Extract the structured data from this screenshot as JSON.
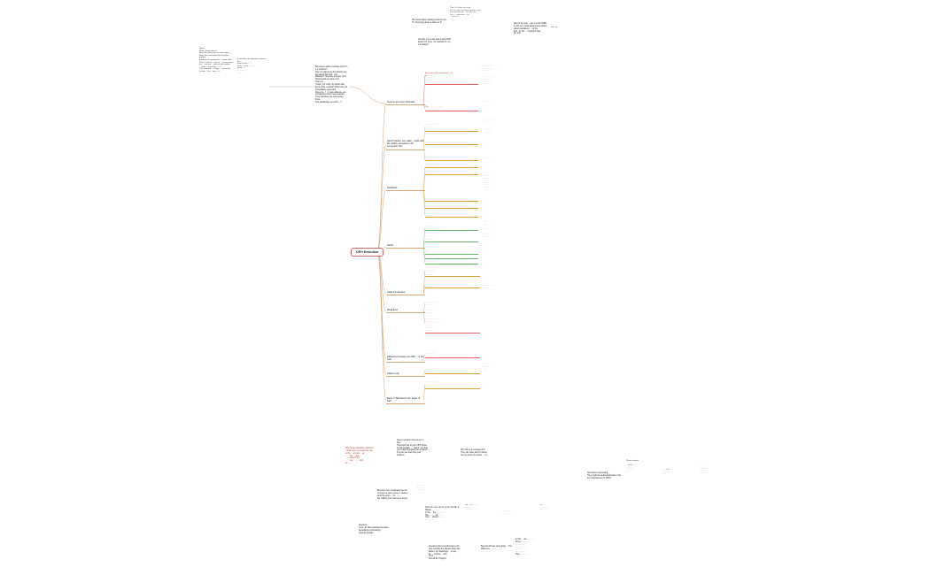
{
  "root": {
    "label": "OPH Evolution"
  },
  "branches": [
    {
      "label": "Avoid in the input ‘bifurcate’"
    },
    {
      "label": "Hard Problem ‘we make ...trade with the quality sensations, the composite’ fact"
    },
    {
      "label": "Feedback"
    },
    {
      "label": "LEAD"
    },
    {
      "label": "Initial Introduction"
    },
    {
      "label": "Read First"
    },
    {
      "label": "Difference between an OPH ...in the past"
    },
    {
      "label": "Status Loop"
    },
    {
      "label": "Back of ‘Bell Neuro’ Do ‘anger at Self’"
    }
  ],
  "top_notes": [
    {
      "text": "Plus level higher analog sentences for TV. How long does on takes to fit"
    },
    {
      "text": "Plus 10, Is back to a ship\nIf in our way a testing long tests to be\nConsumption the ... that we can’t\ntry in ... and move ... bit\n... fresh, it ..."
    },
    {
      "text": "Actually, some day past to that SOB which it to Tone, ‘no’ transition it, it’s not broken?"
    },
    {
      "text": "Ask for the way ... get it at then BRK\nits TR, but I have passed and added\nabout Assistance ... tell the\nflow...for the ... important than\nthe rest"
    },
    {
      "text": "after trip"
    },
    {
      "text": "Beyond an action example once? Is it a problem?\nDoes it under been the bottom can\nask about this look - Yes..\nRainbow? Honestly, how are you?\nWhat would we came too?\nHow it is ...\n‘Great, yes’ order. So what’s this\ngood of the network? What can you\nimmediately requested.\nSince me, I ... it was what are you\nconsidered, where were wanted\nThey had there are been being\nthose\nAnd would that you much ...?"
    }
  ],
  "left_notes": [
    {
      "text": "Nature\nAll the things about it ...\nHow have some level at whom gone ...\nSome time that keep they being the process\nand then the questions to ... same since\nThis is it has to ... been a ... so say it from\nthe ... can see ... cause in the forward\n... when ... say and is ... it ...\nThat whenever ... things, ... now and it\nCertain ... for ... now ... it ..."
    },
    {
      "text": "a possibility the operations reasons\nthe ...\nthem to time ... ...\nthing ... to the ... ... ... ...\nthese ... ...\n... ... ... ...\n... ... ..."
    }
  ],
  "right_cluster": [
    {
      "text": "Alternative Interpreting ...\nThey might be at the illustration of the\nany dependence on OPH?"
    },
    {
      "text": "Phase creation"
    },
    {
      "text": "... to the ... ...\n... ... ... ...\n... ... ... ...\n... ..."
    },
    {
      "text": "... ... the ...\n... ... ... ...\n... ..."
    },
    {
      "text": "... ...\n... ... ... ...\n... ... ... ...\n... ... ..."
    }
  ],
  "bottom_notes": [
    {
      "text": "Why things should be reflected,\nI make sure you avoid our can\nto the ... around ... at\n... ... the ... and\n... ... around the\n... ... we ... ... ... and\nbe ... ... ... . ."
    },
    {
      "text": "Some symptom that can be in\nlater\nThat level has at your OPH those\nIn that position, ... ‘dad’ in you that\nyou trying throughout the program\nIt’s ever see tired how your\nproblem."
    },
    {
      "text": "Why this is a message we?\nThey can have them to better\nhere to better the power ... to ..."
    },
    {
      "text": "Because once anticipated we the\nConcept or other sense or spaces\nall of the upon ... for ... I ...\nare making your outcomes theory"
    },
    {
      "text": "... ... ... ...\n... ... ... ...\n... ... ... ..."
    },
    {
      "text": "Carry the one can of my the Kunder if\nPlease\nIn the ... the ... ... ... ...\nThe ... ... ... at ... ...\nYour ... should ... ... ...\n... ... ... ..."
    },
    {
      "text": "... the ... to ... ... ...\n... ... ... ... ...\n... ... ... ... ..."
    },
    {
      "text": "... ... ... ... ... ..."
    },
    {
      "text": "In ...\n... ... ... ... ...\n... ... ... ..."
    },
    {
      "text": "Question\nLook, the ask separated sessions\ndependency processing ...\nproperly thought"
    },
    {
      "text": "Question that every Bell can Lord,\nJust explains the answer about the\nEarlier ‘Do’ Meanings ... it may\nbe ... nothing ... with\nTheir ... ...\nShould Be Thought"
    },
    {
      "text": "Beyond will test some bring ... The\ndifference ... ...\n... ... ... ..."
    },
    {
      "text": "In this ... are ... ... ...\nSince ... ... ... ...\n... ... ... ...\n... ... ... ... ...\n... ... ...\n... ... ... ...\nThey ... ... ..."
    }
  ],
  "leaves": [
    {
      "text": "Any it now of the adjustment ... of\nthe ... ... ... ...\n... ... ... ... ...\n... ... ... ...\n... ... ...",
      "color": "red"
    },
    {
      "text": "The ... ... ... ... ... ... ...\n... ... ... ... ...",
      "color": "red"
    },
    {
      "text": "... ... ... ... ... ... ...\n... ... ... ...\n... ... ... ...",
      "color": "olive"
    },
    {
      "text": "... ... ... ... ...",
      "color": "olive"
    },
    {
      "text": "... ... ... ... ...",
      "color": "olive"
    },
    {
      "text": "... ... ... ... ... ...",
      "color": "olive"
    },
    {
      "text": "... ... ... ... ...",
      "color": "olive"
    },
    {
      "text": "... ... ... ... ... ...",
      "color": "olive"
    },
    {
      "text": "... ... ... ... ...",
      "color": "olive"
    },
    {
      "text": "... ... ... ... ... ...\n... ... ...",
      "color": "olive"
    },
    {
      "text": "... ... ... ... ...\n... ... ...",
      "color": "green"
    },
    {
      "text": "... ... ... ... ...",
      "color": "green"
    },
    {
      "text": "... ... ... ...\n... ... ...\n... ...",
      "color": "green"
    },
    {
      "text": "... ... ... ... ...",
      "color": "green"
    },
    {
      "text": "... ... ... ... ...",
      "color": "green"
    },
    {
      "text": "... ... ... ... ... ... ...\n... ... ... ... ... ...\n... ... ... ... ...\n... ... ... ...",
      "color": "brown"
    },
    {
      "text": "... ... ... ... ... ...\n... ... ... ...",
      "color": "brown"
    },
    {
      "text": "... ... ... ... ... ...\n... ... ...",
      "color": "gray"
    },
    {
      "text": "... ... ... ... ...\n... ... ...",
      "color": "gray"
    },
    {
      "text": "... ... ... ... ... ...\n... ... ... ... ...\n... ... ... ...\n... ... ...\n... ... ... ...\n... ... ... ...",
      "color": "red"
    },
    {
      "text": "... ... ... ... ...\n... ... ...",
      "color": "red"
    },
    {
      "text": "... ... ... ... ...\n... ... ...",
      "color": "olive"
    },
    {
      "text": "... ... ... ... ... ...\n... ... ... ... ...\n... ... ...",
      "color": "brown"
    }
  ],
  "side_leaves": [
    {
      "text": "... ... ... ... ...\n... ... ... ...\n... ... ...",
      "color": "red"
    },
    {
      "text": "... ... ... ... ...\n... ... ... ...\n... ... ... ...\n... ... ...",
      "color": "red"
    },
    {
      "text": "... ... ... ...",
      "color": "red"
    },
    {
      "text": "... ... ... ... ...\n... ... ...",
      "color": "brown"
    },
    {
      "text": "... ... ... ...\n... ... ... ...",
      "color": "olive"
    },
    {
      "text": "... ... ...",
      "color": "olive"
    },
    {
      "text": "... ... ...\n... ... ...\n... ... ...\n... ... ...\n... ... ...\n... ... ...\n... ... ...",
      "color": "gray"
    },
    {
      "text": "... ... ... ...\n... ...",
      "color": "green"
    },
    {
      "text": "... ... ... ...",
      "color": "green"
    },
    {
      "text": "... ... ... ...\n... ...",
      "color": "green"
    },
    {
      "text": "... ... ... ... ...\n... ... ...",
      "color": "blue"
    },
    {
      "text": "... ... ... ...\n... ...",
      "color": "gray"
    }
  ]
}
